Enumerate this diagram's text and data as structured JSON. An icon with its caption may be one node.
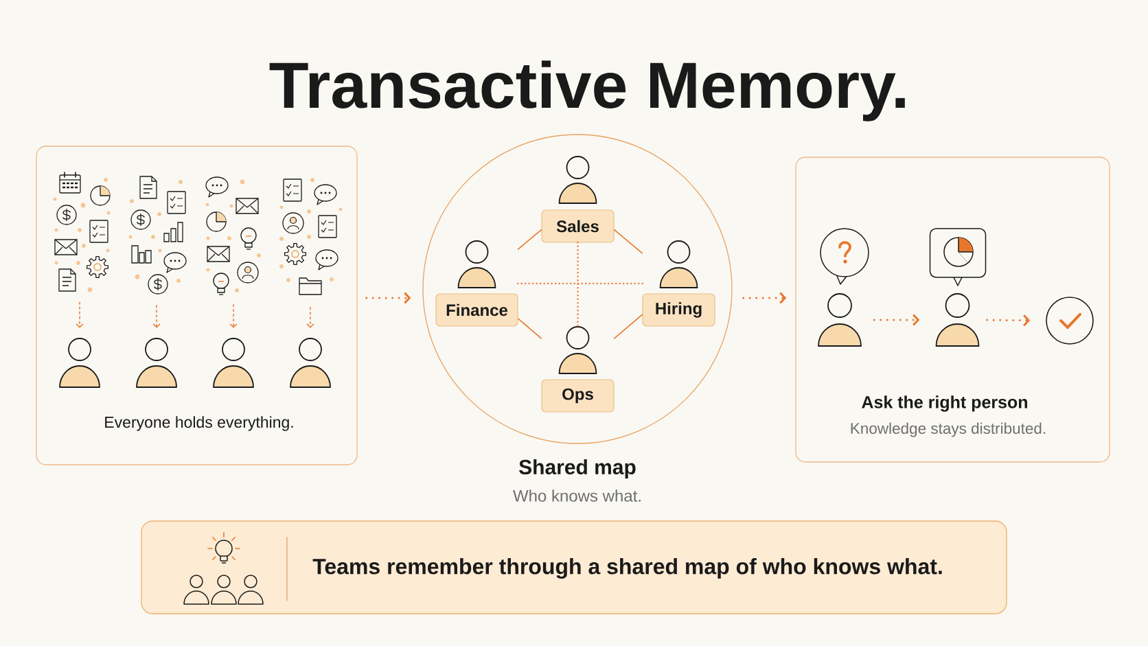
{
  "diagram": {
    "title": "Transactive Memory.",
    "nodes": [
      {
        "text": [
          "Everyone holds everything."
        ]
      },
      {
        "text": [],
        "shape": "picture",
        "in": 0
      },
      {
        "text": [],
        "shape": "picture",
        "in": 0
      },
      {
        "text": [],
        "shape": "picture",
        "in": 0
      },
      {
        "text": [],
        "shape": "picture",
        "in": 0
      },
      {
        "text": [],
        "shape": "person",
        "in": 0
      },
      {
        "text": [],
        "shape": "person",
        "in": 0
      },
      {
        "text": [],
        "shape": "person",
        "in": 0
      },
      {
        "text": [],
        "shape": "person",
        "in": 0
      },
      {
        "text": [
          "Shared map",
          "Who knows what."
        ]
      },
      {
        "text": [
          "Sales"
        ],
        "in": 9
      },
      {
        "text": [
          "Finance"
        ],
        "in": 9
      },
      {
        "text": [
          "Hiring"
        ],
        "in": 9
      },
      {
        "text": [
          "Ops"
        ],
        "in": 9
      },
      {
        "text": [
          "Ask the right person",
          "Knowledge stays distributed."
        ]
      },
      {
        "text": [],
        "shape": "person",
        "in": 14
      },
      {
        "text": [],
        "shape": "person",
        "in": 14
      },
      {
        "text": [],
        "shape": "circle",
        "in": 14
      },
      {
        "text": [
          "Teams remember through a shared map of who knows what."
        ]
      }
    ],
    "edges": [
      {
        "from": 1,
        "to": 5,
        "arrow": "to",
        "style": "dashed"
      },
      {
        "from": 2,
        "to": 6,
        "arrow": "to",
        "style": "dashed"
      },
      {
        "from": 3,
        "to": 7,
        "arrow": "to",
        "style": "dashed"
      },
      {
        "from": 4,
        "to": 8,
        "arrow": "to",
        "style": "dashed"
      },
      {
        "from": 0,
        "to": 9,
        "arrow": "to",
        "style": "dashed"
      },
      {
        "from": 10,
        "to": 11,
        "arrow": "none"
      },
      {
        "from": 10,
        "to": 12,
        "arrow": "none"
      },
      {
        "from": 11,
        "to": 13,
        "arrow": "none"
      },
      {
        "from": 12,
        "to": 13,
        "arrow": "none"
      },
      {
        "from": 11,
        "to": 12,
        "arrow": "none",
        "style": "dashed"
      },
      {
        "from": 10,
        "to": 13,
        "arrow": "none",
        "style": "dashed"
      },
      {
        "from": 9,
        "to": 14,
        "arrow": "to",
        "style": "dashed"
      },
      {
        "from": 15,
        "to": 16,
        "arrow": "to",
        "style": "dashed"
      },
      {
        "from": 16,
        "to": 17,
        "arrow": "to",
        "style": "dashed"
      }
    ]
  }
}
